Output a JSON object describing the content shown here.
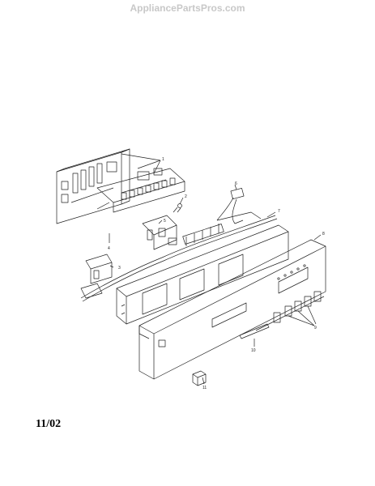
{
  "watermark": "AppliancePartsPros.com",
  "date_code": "11/02",
  "part_labels": [
    "1",
    "2",
    "3",
    "4",
    "5",
    "6",
    "7",
    "8",
    "9",
    "10",
    "11"
  ]
}
